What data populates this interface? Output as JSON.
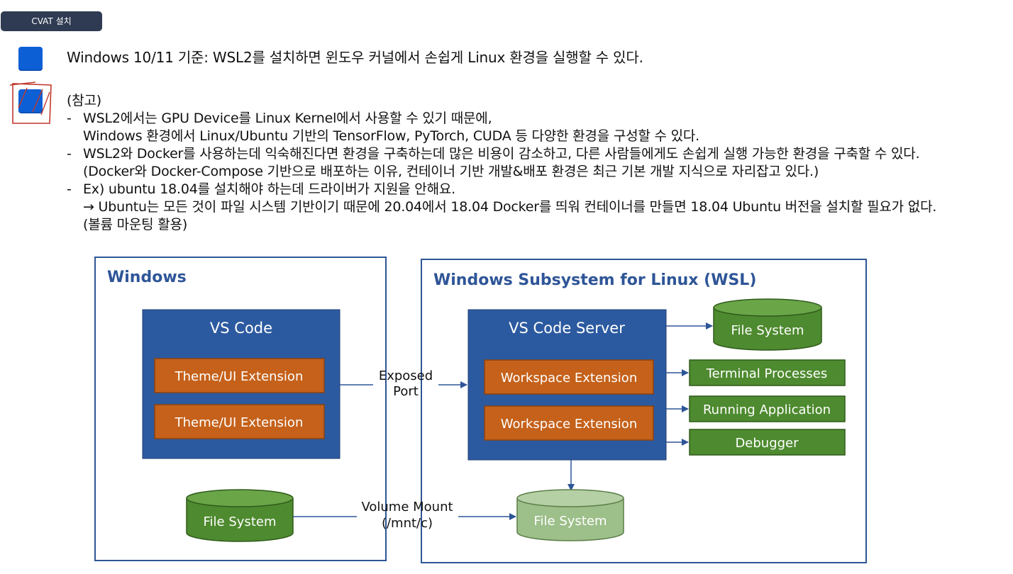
{
  "tag": {
    "label": "CVAT 설치"
  },
  "intro": "Windows 10/11 기준: WSL2를 설치하면 윈도우 커널에서 손쉽게 Linux 환경을 실행할 수 있다.",
  "note": {
    "heading": "(참고)",
    "items": [
      {
        "dash": "-",
        "lines": [
          "WSL2에서는 GPU Device를 Linux Kernel에서 사용할 수 있기 때문에,",
          "Windows 환경에서 Linux/Ubuntu 기반의 TensorFlow, PyTorch, CUDA 등 다양한 환경을 구성할 수 있다."
        ]
      },
      {
        "dash": "-",
        "lines": [
          "WSL2와 Docker를 사용하는데 익숙해진다면 환경을 구축하는데 많은 비용이 감소하고, 다른 사람들에게도 손쉽게 실행 가능한 환경을 구축할 수 있다.",
          "(Docker와 Docker-Compose 기반으로 배포하는 이유, 컨테이너 기반 개발&배포 환경은 최근 기본 개발 지식으로 자리잡고 있다.)"
        ]
      },
      {
        "dash": "-",
        "lines": [
          "Ex) ubuntu 18.04를 설치해야 하는데 드라이버가 지원을 안해요.",
          "→ Ubuntu는 모든 것이 파일 시스템 기반이기 때문에 20.04에서 18.04 Docker를 띄워 컨테이너를 만들면 18.04 Ubuntu 버전을 설치할 필요가 없다.",
          "(볼륨 마운팅 활용)"
        ]
      }
    ]
  },
  "diagram": {
    "windows_title": "Windows",
    "wsl_title": "Windows Subsystem for Linux (WSL)",
    "vscode": "VS Code",
    "theme_ext_1": "Theme/UI Extension",
    "theme_ext_2": "Theme/UI Extension",
    "exposed_port_1": "Exposed",
    "exposed_port_2": "Port",
    "vscode_server": "VS Code Server",
    "workspace_ext_1": "Workspace Extension",
    "workspace_ext_2": "Workspace Extension",
    "file_system_wsl": "File System",
    "terminal": "Terminal Processes",
    "running_app": "Running Application",
    "debugger": "Debugger",
    "file_system_win": "File System",
    "volume_mount_1": "Volume Mount",
    "volume_mount_2": "(/mnt/c)",
    "file_system_mounted": "File System"
  },
  "colors": {
    "bullet": "#0d5fd6",
    "frame_border": "#2e5597",
    "title_blue": "#2e5597",
    "box_blue": "#2c5aa0",
    "ext_orange": "#c5611a",
    "green": "#4e8a2f",
    "light_green": "#9dbf8a"
  }
}
